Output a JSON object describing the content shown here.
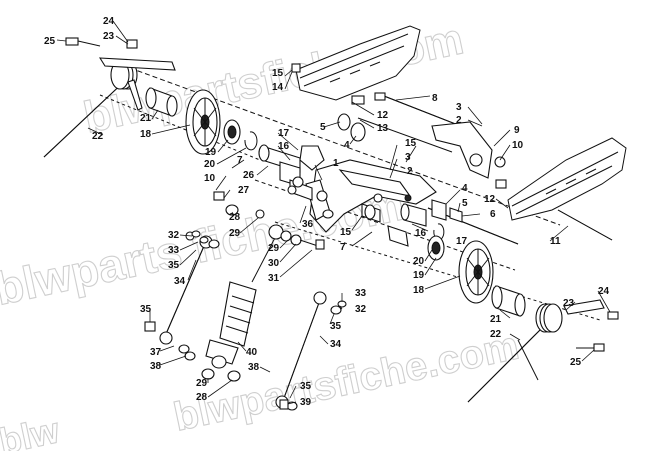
{
  "watermark": {
    "top": "blwpartsfiche.com",
    "middle": "blwparts fiche.com",
    "bottom": "blwpartsfiche.com",
    "corner": "blw"
  },
  "callouts": {
    "c25a": "25",
    "c24a": "24",
    "c23a": "23",
    "c22a": "22",
    "c21a": "21",
    "c18a": "18",
    "c19a": "19",
    "c20a": "20",
    "c17a": "17",
    "c16a": "16",
    "c26": "26",
    "c1": "1",
    "c2a": "2",
    "c3a": "3",
    "c15a": "15",
    "c14": "14",
    "c12a": "12",
    "c13": "13",
    "c5a": "5",
    "c4a": "4",
    "c8": "8",
    "c3b": "3",
    "c2b": "2",
    "c9": "9",
    "c10a": "10",
    "c10b": "10",
    "c27": "27",
    "c28a": "28",
    "c29a": "29",
    "c32a": "32",
    "c33a": "33",
    "c35a": "35",
    "c34a": "34",
    "c36": "36",
    "c29b": "29",
    "c30": "30",
    "c31": "31",
    "c15b": "15",
    "c7a": "7",
    "c7b": "7",
    "c16b": "16",
    "c17b": "17",
    "c4b": "4",
    "c5b": "5",
    "c6": "6",
    "c12b": "12",
    "c11": "11",
    "c20b": "20",
    "c19b": "19",
    "c18b": "18",
    "c24b": "24",
    "c23b": "23",
    "c21b": "21",
    "c22b": "22",
    "c25b": "25",
    "c33b": "33",
    "c32b": "32",
    "c35b": "35",
    "c34b": "34",
    "c35c": "35",
    "c37": "37",
    "c38a": "38",
    "c40": "40",
    "c29c": "29",
    "c28b": "28",
    "c38b": "38",
    "c35d": "35",
    "c39": "39",
    "c15c": "15"
  }
}
